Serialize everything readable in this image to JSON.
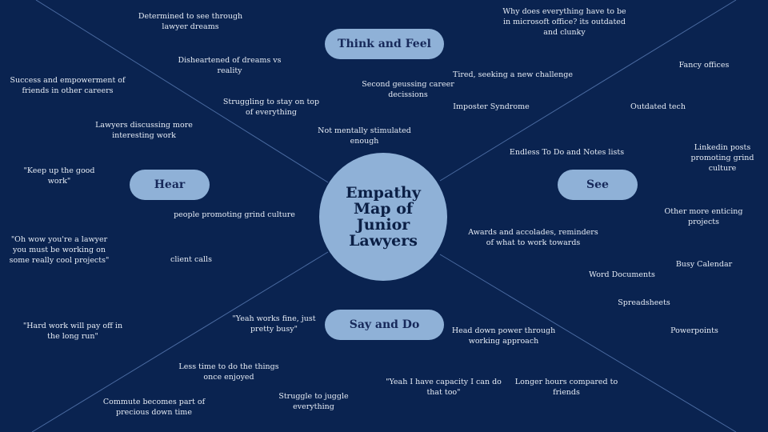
{
  "center_title": "Empathy Map of Junior Lawyers",
  "quadrants": {
    "think_feel": "Think and Feel",
    "hear": "Hear",
    "see": "See",
    "say_do": "Say and Do"
  },
  "notes": {
    "think_feel": [
      "Determined to see through lawyer dreams",
      "Disheartened of dreams vs reality",
      "Struggling to stay on top of everything",
      "Second geussing career decissions",
      "Tired, seeking a new challenge",
      "Imposter Syndrome",
      "Not mentally stimulated enough"
    ],
    "hear": [
      "Success and empowerment of friends in other careers",
      "Lawyers discussing more interesting work",
      "\"Keep up the good work\"",
      "people promoting grind culture",
      "\"Oh wow you're a lawyer you must be working on some really cool projects\"",
      "client calls",
      "\"Hard work will pay off in the long run\""
    ],
    "see": [
      "Why does everything have to be in microsoft office? its outdated and clunky",
      "Fancy offices",
      "Outdated tech",
      "Endless To Do and Notes lists",
      "Linkedin posts promoting grind culture",
      "Other more enticing projects",
      "Awards and accolades, reminders of what to work towards",
      "Busy Calendar",
      "Word Documents",
      "Spreadsheets",
      "Powerpoints"
    ],
    "say_do": [
      "\"Yeah works fine, just pretty busy\"",
      "Head down power through working approach",
      "Less time to do the things once enjoyed",
      "\"Yeah I have capacity I can do that too\"",
      "Longer hours compared to friends",
      "Struggle to juggle everything",
      "Commute becomes part of precious down time"
    ]
  }
}
